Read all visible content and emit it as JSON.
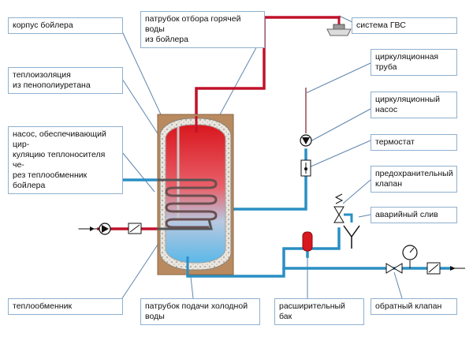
{
  "labels": {
    "boiler_body": "корпус бойлера",
    "hot_outlet": "патрубок отбора горячей воды\nиз бойлера",
    "dhw_system": "система ГВС",
    "circ_pipe": "циркуляционная\nтруба",
    "insulation": "теплоизоляция\nиз пенополиуретана",
    "circ_pump": "циркуляционный\nнасос",
    "pump_boiler": "насос, обеспечивающий цир-\nкуляцию теплоносителя че-\nрез теплообменник бойлера",
    "thermostat": "термостат",
    "safety_valve": "предохранительный\nклапан",
    "emergency_drain": "аварийный слив",
    "heat_exchanger": "теплообменник",
    "cold_inlet": "патрубок подачи холодной воды",
    "expansion_tank": "расширительный бак",
    "check_valve": "обратный клапан"
  },
  "colors": {
    "hot": "#c0122a",
    "cold": "#2a8fc4",
    "label_border": "#8fb0cf",
    "leader": "#5f86ad",
    "casing": "#b98a60"
  },
  "icons": [
    "faucet-icon",
    "pump-icon",
    "thermostat-icon",
    "safety-valve-icon",
    "drain-icon",
    "expansion-tank-icon",
    "pressure-gauge-icon",
    "check-valve-icon",
    "filter-icon",
    "shutoff-valve-icon"
  ]
}
